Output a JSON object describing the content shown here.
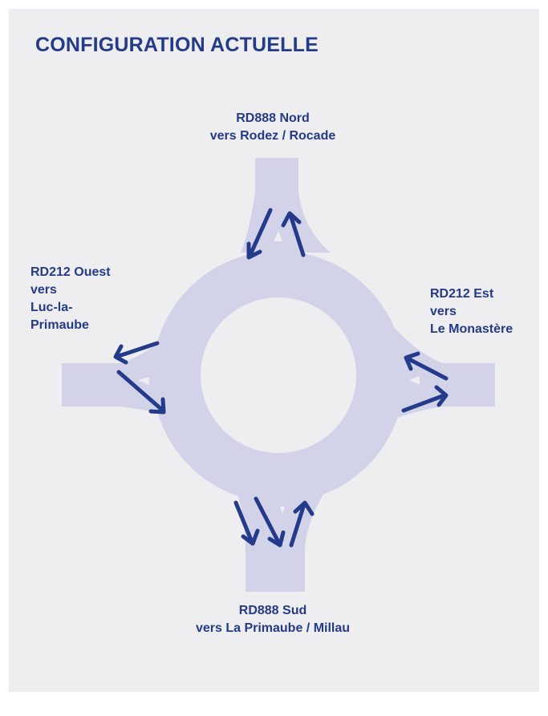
{
  "title": "CONFIGURATION ACTUELLE",
  "branches": {
    "north": {
      "line1": "RD888 Nord",
      "line2": "vers Rodez / Rocade"
    },
    "west": {
      "line1": "RD212 Ouest",
      "line2": "vers",
      "line3": "Luc-la-",
      "line4": "Primaube"
    },
    "east": {
      "line1": "RD212 Est",
      "line2": "vers",
      "line3": "Le Monastère"
    },
    "south": {
      "line1": "RD888 Sud",
      "line2": "vers La Primaube / Millau"
    }
  },
  "colors": {
    "background": "#eeeef1",
    "road": "#d2d3e8",
    "island": "#eeeef1",
    "arrow": "#243a8a",
    "text": "#243a8a"
  }
}
